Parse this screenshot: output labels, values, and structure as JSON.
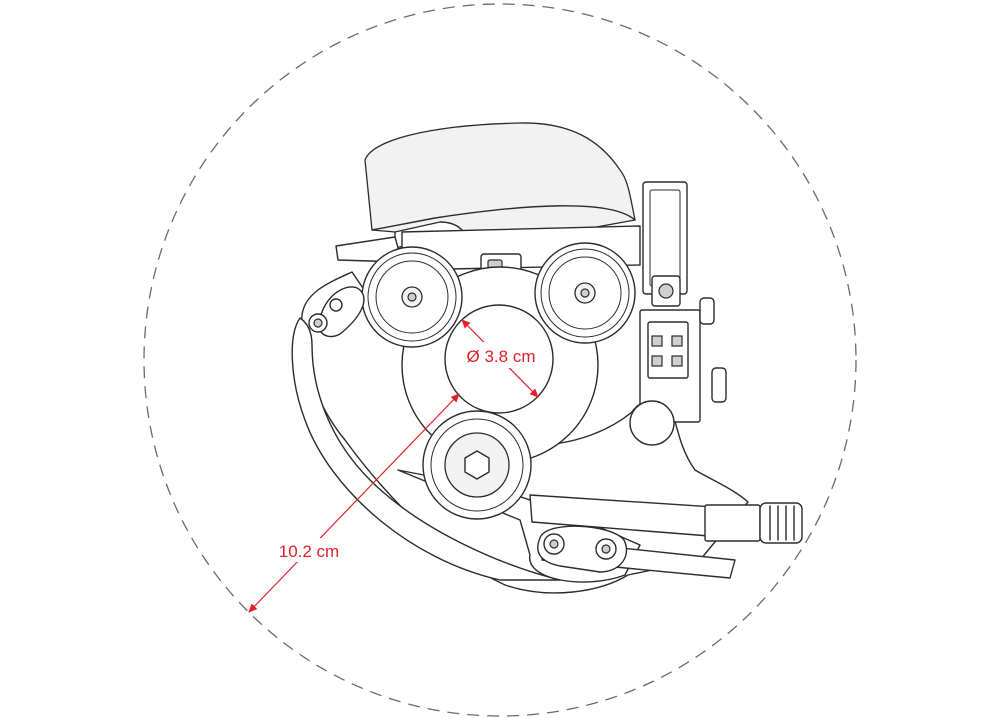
{
  "figure": {
    "dimension_inner": "Ø 3.8 cm",
    "dimension_outer": "10.2 cm",
    "accent_color": "#e0202a",
    "line_color": "#2b2b2b",
    "outer_circle_style": "dashed"
  }
}
